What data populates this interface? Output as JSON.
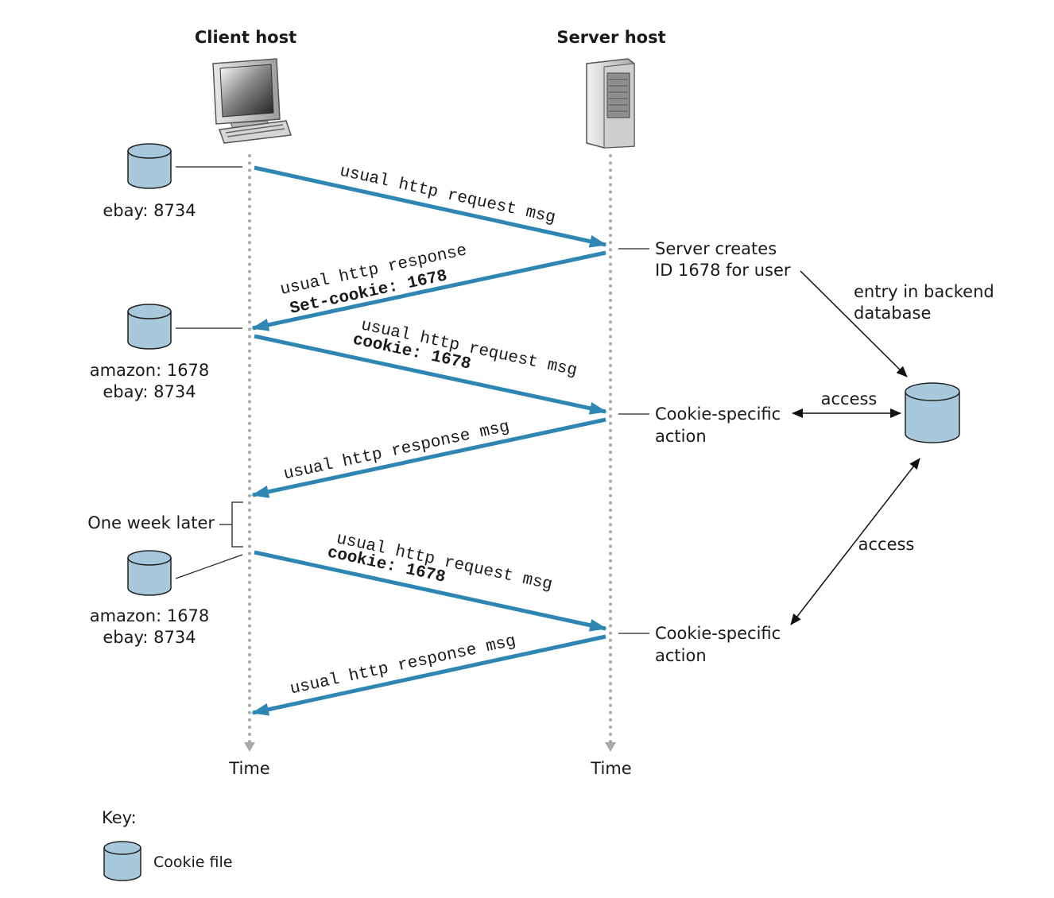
{
  "colors": {
    "arrow": "#2e86b3",
    "timeline": "#a9a9a9",
    "cookie_fill": "#a8c8dc",
    "cookie_stroke": "#222222",
    "text": "#1a1a1a"
  },
  "hosts": {
    "client": {
      "title": "Client host",
      "icon": "computer-icon"
    },
    "server": {
      "title": "Server host",
      "icon": "server-tower-icon"
    }
  },
  "time_labels": {
    "client": "Time",
    "server": "Time"
  },
  "cookie_files": {
    "first": {
      "lines": [
        "ebay: 8734"
      ]
    },
    "second": {
      "lines": [
        "amazon: 1678",
        "ebay: 8734"
      ]
    },
    "third": {
      "lines": [
        "amazon: 1678",
        "ebay: 8734"
      ]
    }
  },
  "messages": [
    {
      "lines": [
        "usual http request msg"
      ],
      "bold": [
        false
      ]
    },
    {
      "lines": [
        "usual http response",
        "Set-cookie: 1678"
      ],
      "bold": [
        false,
        true
      ]
    },
    {
      "lines": [
        "usual http request msg",
        "cookie: 1678"
      ],
      "bold": [
        false,
        true
      ]
    },
    {
      "lines": [
        "usual http response msg"
      ],
      "bold": [
        false
      ]
    },
    {
      "lines": [
        "usual http request msg",
        "cookie: 1678"
      ],
      "bold": [
        false,
        true
      ]
    },
    {
      "lines": [
        "usual http response msg"
      ],
      "bold": [
        false
      ]
    }
  ],
  "server_notes": {
    "create": [
      "Server creates",
      "ID 1678 for user"
    ],
    "action1": [
      "Cookie-specific",
      "action"
    ],
    "action2": [
      "Cookie-specific",
      "action"
    ]
  },
  "backend": {
    "entry_label": [
      "entry in backend",
      "database"
    ],
    "access1": "access",
    "access2": "access",
    "icon": "database-icon"
  },
  "one_week_later": "One week later",
  "key": {
    "title": "Key:",
    "item_label": "Cookie file",
    "icon": "cookie-file-icon"
  }
}
